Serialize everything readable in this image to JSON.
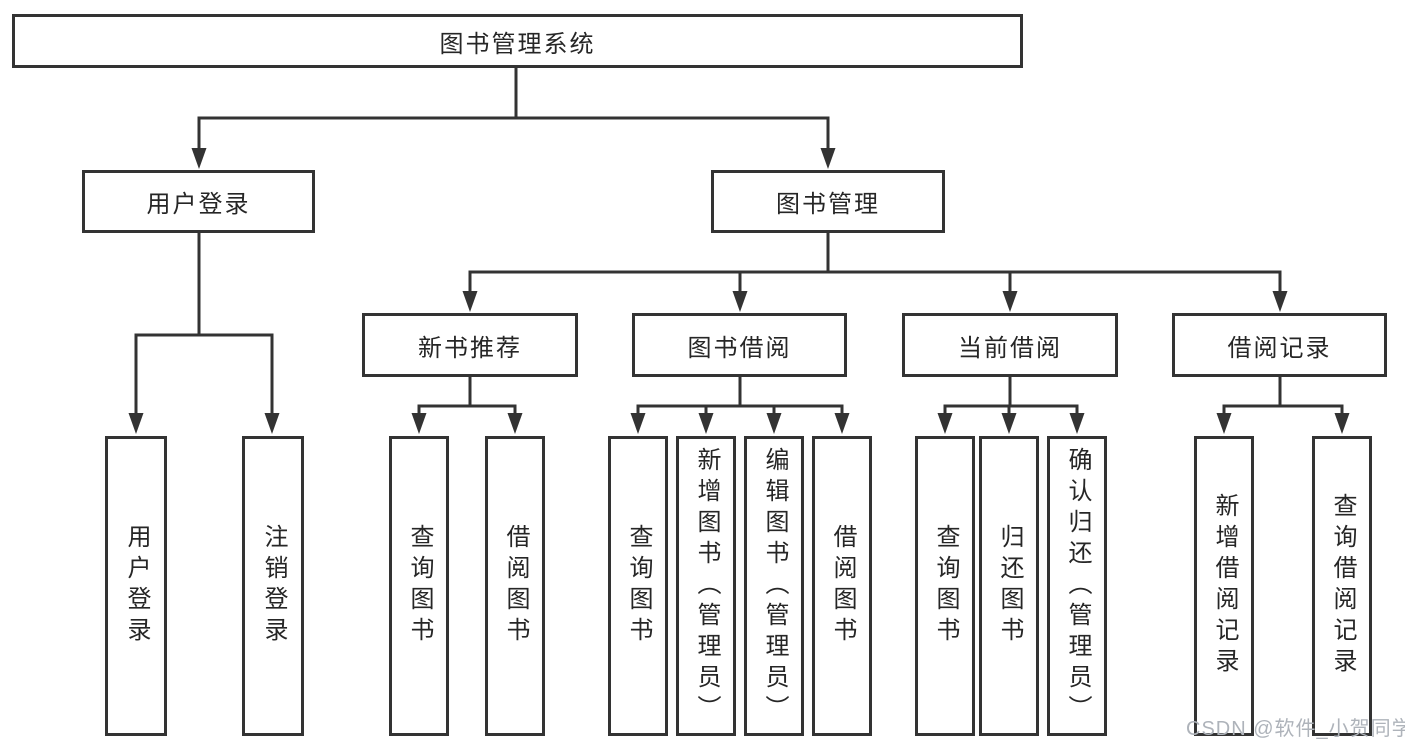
{
  "diagram": {
    "type": "hierarchy-tree",
    "title": "图书管理系统",
    "colors": {
      "line": "#333333",
      "box_border": "#333333",
      "box_fill": "#ffffff",
      "text": "#262626",
      "watermark": "#aeb3ba",
      "background": "#ffffff"
    },
    "nodes": {
      "root": {
        "label": "图书管理系统"
      },
      "user_login": {
        "label": "用户登录"
      },
      "book_mgmt": {
        "label": "图书管理"
      },
      "user_login_op": {
        "label": "用户登录"
      },
      "logout": {
        "label": "注销登录"
      },
      "new_book_rec": {
        "label": "新书推荐"
      },
      "book_borrow": {
        "label": "图书借阅"
      },
      "current_borrow": {
        "label": "当前借阅"
      },
      "borrow_records": {
        "label": "借阅记录"
      },
      "query_books_1": {
        "label": "查询图书"
      },
      "borrow_books_1": {
        "label": "借阅图书"
      },
      "query_books_2": {
        "label": "查询图书"
      },
      "add_books": {
        "label": "新增图书（管理员）"
      },
      "edit_books": {
        "label": "编辑图书（管理员）"
      },
      "borrow_books_2": {
        "label": "借阅图书"
      },
      "query_books_3": {
        "label": "查询图书"
      },
      "return_books": {
        "label": "归还图书"
      },
      "confirm_return": {
        "label": "确认归还（管理员）"
      },
      "add_borrow_record": {
        "label": "新增借阅记录"
      },
      "query_borrow_record": {
        "label": "查询借阅记录"
      }
    },
    "edges": [
      [
        "root",
        "user_login"
      ],
      [
        "root",
        "book_mgmt"
      ],
      [
        "user_login",
        "user_login_op"
      ],
      [
        "user_login",
        "logout"
      ],
      [
        "book_mgmt",
        "new_book_rec"
      ],
      [
        "book_mgmt",
        "book_borrow"
      ],
      [
        "book_mgmt",
        "current_borrow"
      ],
      [
        "book_mgmt",
        "borrow_records"
      ],
      [
        "new_book_rec",
        "query_books_1"
      ],
      [
        "new_book_rec",
        "borrow_books_1"
      ],
      [
        "book_borrow",
        "query_books_2"
      ],
      [
        "book_borrow",
        "add_books"
      ],
      [
        "book_borrow",
        "edit_books"
      ],
      [
        "book_borrow",
        "borrow_books_2"
      ],
      [
        "current_borrow",
        "query_books_3"
      ],
      [
        "current_borrow",
        "return_books"
      ],
      [
        "current_borrow",
        "confirm_return"
      ],
      [
        "borrow_records",
        "add_borrow_record"
      ],
      [
        "borrow_records",
        "query_borrow_record"
      ]
    ]
  },
  "watermark": {
    "text": "CSDN @软件_小贺同学"
  }
}
